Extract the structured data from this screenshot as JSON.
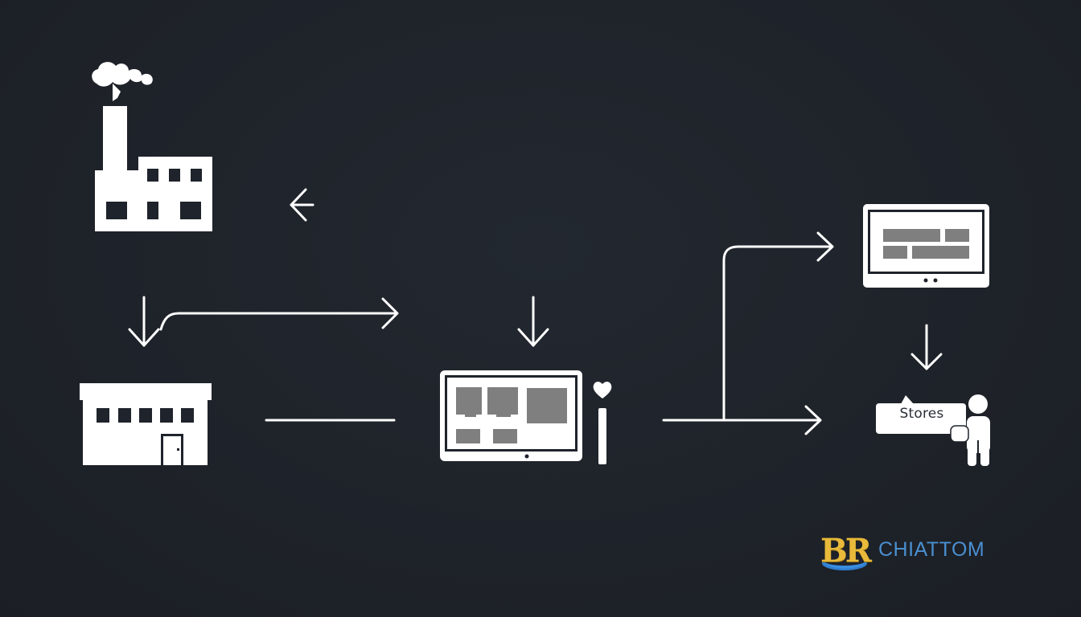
{
  "diagram": {
    "nodes": [
      {
        "id": "factory",
        "icon": "factory-icon"
      },
      {
        "id": "warehouse",
        "icon": "warehouse-icon"
      },
      {
        "id": "distribution-monitor",
        "icon": "monitor-dashboard-icon"
      },
      {
        "id": "tablet",
        "icon": "tablet-icon"
      },
      {
        "id": "stores",
        "icon": "person-icon",
        "label": "Stores"
      }
    ],
    "stores_label": "Stores"
  },
  "brand": {
    "logo_letters": "BR",
    "name": "CHIATTOM",
    "colors": {
      "letters": "#e8b93a",
      "name": "#4a8fd0",
      "swoosh": "#2f7fd0"
    }
  },
  "colors": {
    "background": "#1f232b",
    "foreground": "#ffffff",
    "panel": "#808080"
  }
}
